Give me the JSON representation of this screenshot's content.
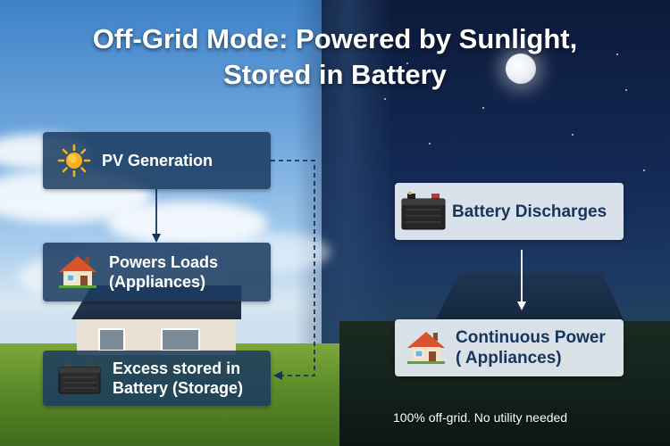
{
  "title": {
    "line1": "Off-Grid Mode: Powered by Sunlight,",
    "line2": "Stored in Battery"
  },
  "day_flow": {
    "pv_generation": {
      "label": "PV Generation",
      "icon": "sun-icon"
    },
    "powers_loads": {
      "label": "Powers Loads\n(Appliances)",
      "icon": "house-icon"
    },
    "excess_stored": {
      "label": "Excess stored in\nBattery (Storage)",
      "icon": "battery-icon"
    }
  },
  "night_flow": {
    "battery_discharges": {
      "label": "Battery Discharges",
      "icon": "battery-icon"
    },
    "continuous_power": {
      "label": "Continuous Power\n( Appliances)",
      "icon": "house-icon"
    }
  },
  "footer": "100% off-grid. No utility needed",
  "colors": {
    "dark_box": "#1a3a60",
    "light_box": "#e6edf4",
    "light_box_text": "#16345c",
    "sun": "#f7b21b",
    "arrow": "#16345c"
  }
}
